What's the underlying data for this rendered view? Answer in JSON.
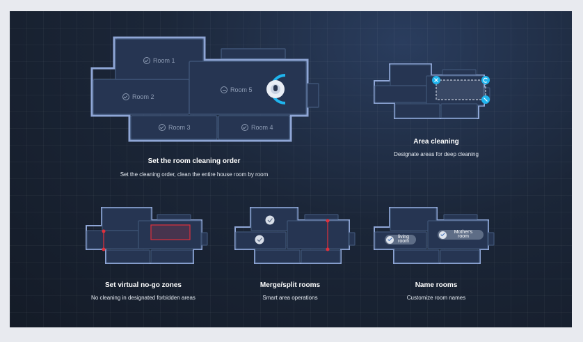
{
  "colors": {
    "room_fill": "#263552",
    "room_stroke": "#3f5476",
    "wall": "#8fa6d6",
    "accent_cyan": "#1fb5ee",
    "nogo_red": "#e0303c",
    "pill_bg": "#5e6d86"
  },
  "features": [
    {
      "id": "room-order",
      "title": "Set the room cleaning order",
      "description": "Set the cleaning order, clean the entire house room by room",
      "rooms": [
        "Room 1",
        "Room 2",
        "Room 5",
        "Room 3",
        "Room 4"
      ]
    },
    {
      "id": "area-cleaning",
      "title": "Area cleaning",
      "description": "Designate areas for deep cleaning",
      "icons": [
        "close-icon",
        "rotate-icon",
        "resize-icon"
      ]
    },
    {
      "id": "no-go-zones",
      "title": "Set virtual no-go zones",
      "description": "No cleaning in designated forbidden areas"
    },
    {
      "id": "merge-split",
      "title": "Merge/split rooms",
      "description": "Smart area operations"
    },
    {
      "id": "name-rooms",
      "title": "Name rooms",
      "description": "Customize room names",
      "names": [
        "living room",
        "Mother's room"
      ]
    }
  ]
}
